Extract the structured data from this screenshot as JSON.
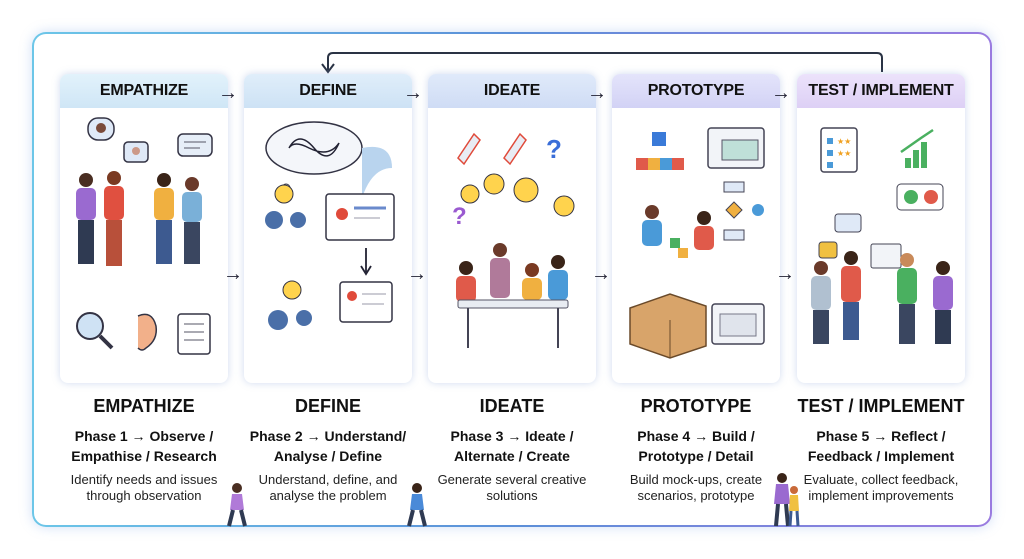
{
  "phases": [
    {
      "header": "EMPATHIZE",
      "title": "EMPATHIZE",
      "phase_line1": "Phase 1 → Observe /",
      "phase_line2": "Empathise / Research",
      "desc_line1": "Identify needs and issues",
      "desc_line2": "through observation",
      "color": "#d8ecf8"
    },
    {
      "header": "DEFINE",
      "title": "DEFINE",
      "phase_line1": "Phase 2 → Understand/",
      "phase_line2": "Analyse / Define",
      "desc_line1": "Understand, define, and",
      "desc_line2": "analyse the problem",
      "color": "#d6e8f8"
    },
    {
      "header": "IDEATE",
      "title": "IDEATE",
      "phase_line1": "Phase 3 → Ideate /",
      "phase_line2": "Alternate / Create",
      "desc_line1": "Generate several creative",
      "desc_line2": "solutions",
      "color": "#d8e4f8"
    },
    {
      "header": "PROTOTYPE",
      "title": "PROTOTYPE",
      "phase_line1": "Phase 4 → Build /",
      "phase_line2": "Prototype / Detail",
      "desc_line1": "Build mock-ups, create",
      "desc_line2": "scenarios, prototype",
      "color": "#dcdcf8"
    },
    {
      "header": "TEST / IMPLEMENT",
      "title": "TEST / IMPLEMENT",
      "phase_line1": "Phase 5 → Reflect /",
      "phase_line2": "Feedback / Implement",
      "desc_line1": "Evaluate, collect feedback,",
      "desc_line2": "implement improvements",
      "color": "#e6dcf8"
    }
  ],
  "arrow_glyph": "→"
}
